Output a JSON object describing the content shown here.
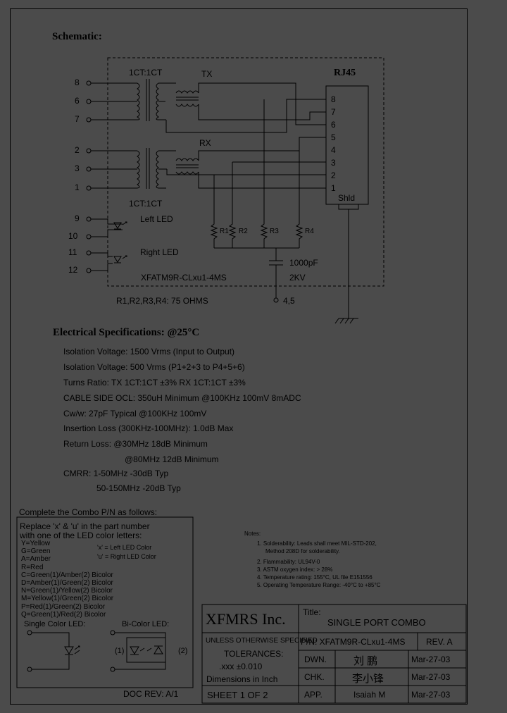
{
  "schematic": {
    "heading": "Schematic:",
    "ratio_top": "1CT:1CT",
    "ratio_bottom": "1CT:1CT",
    "tx": "TX",
    "rx": "RX",
    "rj45": "RJ45",
    "rj45_pins": [
      "8",
      "7",
      "6",
      "5",
      "4",
      "3",
      "2",
      "1"
    ],
    "shld": "Shld",
    "left_pins": [
      "8",
      "6",
      "7",
      "2",
      "3",
      "1"
    ],
    "led_pins": [
      "9",
      "10",
      "11",
      "12"
    ],
    "left_led": "Left LED",
    "right_led": "Right LED",
    "resistors": [
      "R1",
      "R2",
      "R3",
      "R4"
    ],
    "cap_value": "1000pF",
    "cap_voltage": "2KV",
    "part_label": "XFATM9R-CLxu1-4MS",
    "res_note": "R1,R2,R3,R4: 75 OHMS",
    "ground_pins": "4,5"
  },
  "specs": {
    "heading": "Electrical Specifications: @25°C",
    "lines": [
      "Isolation Voltage:  1500 Vrms  (Input to Output)",
      "Isolation Voltage:  500 Vrms  (P1+2+3 to P4+5+6)",
      "Turns Ratio: TX 1CT:1CT ±3% RX 1CT:1CT ±3%",
      "CABLE SIDE OCL: 350uH Minimum @100KHz 100mV 8mADC",
      "Cw/w: 27pF Typical @100KHz 100mV",
      "Insertion Loss (300KHz-100MHz): 1.0dB Max",
      "Return Loss: @30MHz   18dB Minimum",
      "@80MHz   12dB Minimum",
      "CMRR: 1-50MHz   -30dB Typ",
      "50-150MHz  -20dB Typ"
    ]
  },
  "combo": {
    "heading": "Complete the Combo P/N as follows:",
    "intro1": "Replace 'x' & 'u' in the part number",
    "intro2": "with one of the LED color letters:",
    "codes": [
      "Y=Yellow",
      "G=Green",
      "A=Amber",
      "R=Red",
      "C=Green(1)/Amber(2) Bicolor",
      "D=Amber(1)/Green(2) Bicolor",
      "N=Green(1)/Yellow(2) Bicolor",
      "M=Yellow(1)/Green(2) Bicolor",
      "P=Red(1)/Green(2) Bicolor",
      "Q=Green(1)/Red(2) Bicolor"
    ],
    "x_note": "'x' = Left LED Color",
    "u_note": "'u' = Right LED Color",
    "single_led": "Single Color LED:",
    "bi_led": "Bi-Color LED:",
    "bi_one": "(1)",
    "bi_two": "(2)"
  },
  "notes": {
    "heading": "Notes:",
    "items": [
      "1. Solderability: Leads shall meet MIL-STD-202,",
      "    Method 208D for solderability.",
      "2. Flammability: UL94V-0",
      "3. ASTM oxygen index: > 28%",
      "4. Temperature rating: 155°C, UL file E151556",
      "5. Operating Temperature Range: -40°C to +85°C"
    ]
  },
  "doc_rev": "DOC REV: A/1",
  "title_block": {
    "company": "XFMRS Inc.",
    "title_label": "Title:",
    "title": "SINGLE PORT COMBO",
    "unless": "UNLESS OTHERWISE SPECIFIED",
    "tolerances": "TOLERANCES:",
    "tol_value": ".xxx ±0.010",
    "dims": "Dimensions in Inch",
    "pn": "P/N: XFATM9R-CLxu1-4MS",
    "rev": "REV. A",
    "dwn": "DWN.",
    "dwn_name": "刘 鹏",
    "dwn_date": "Mar-27-03",
    "chk": "CHK.",
    "chk_name": "李小锋",
    "chk_date": "Mar-27-03",
    "app": "APP.",
    "app_name": "Isaiah M",
    "app_date": "Mar-27-03",
    "sheet": "SHEET  1  OF  2"
  }
}
